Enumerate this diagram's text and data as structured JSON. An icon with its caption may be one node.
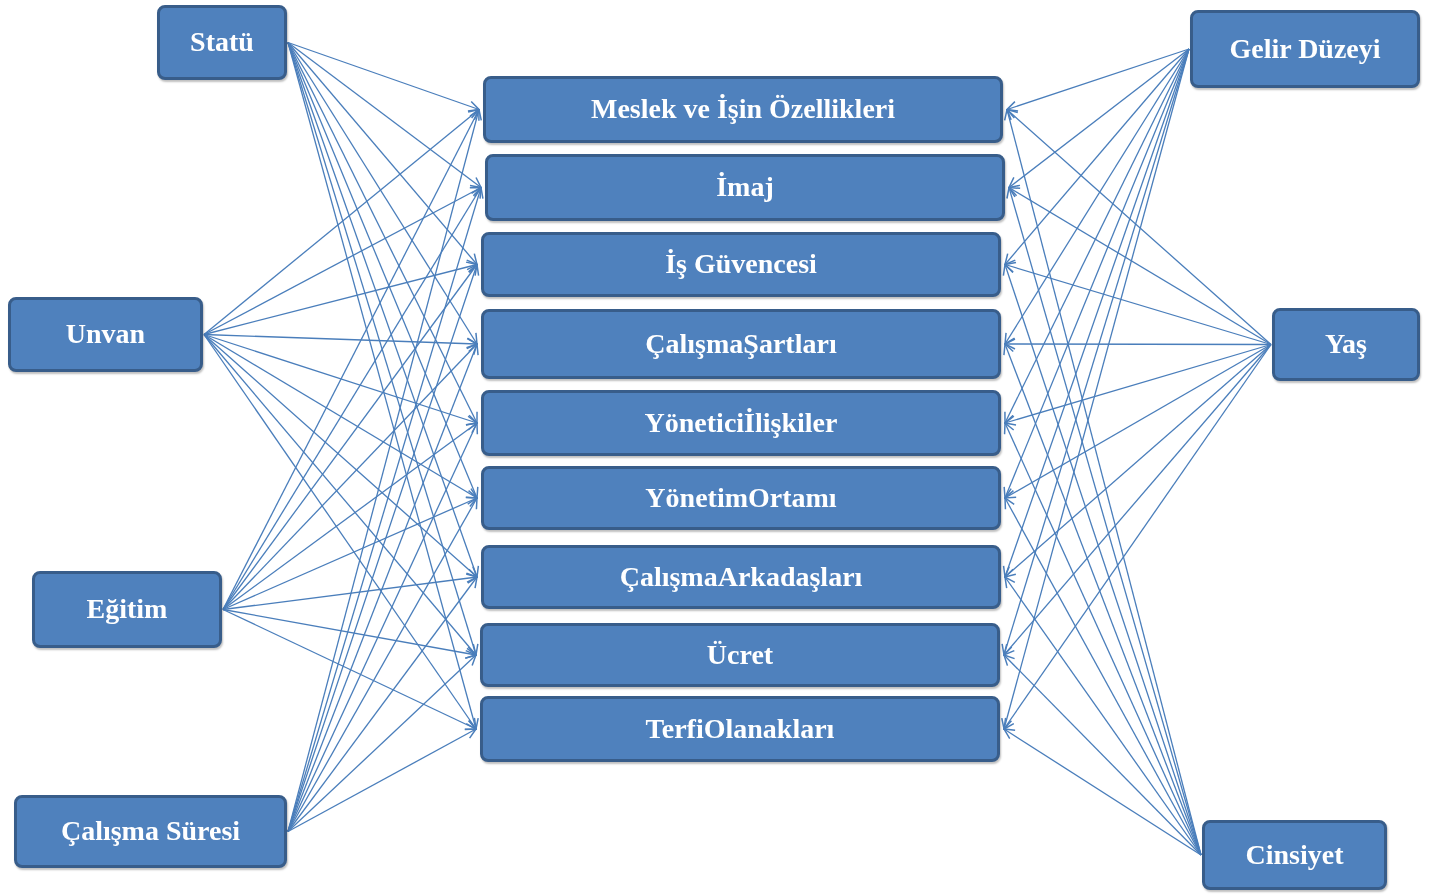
{
  "diagram": {
    "nodes": [
      {
        "text": [
          "Statü"
        ]
      },
      {
        "text": [
          "Unvan"
        ]
      },
      {
        "text": [
          "Eğitim"
        ]
      },
      {
        "text": [
          "Çalışma Süresi"
        ]
      },
      {
        "text": [
          "Meslek ve İşin Özellikleri"
        ]
      },
      {
        "text": [
          "İmaj"
        ]
      },
      {
        "text": [
          "İş Güvencesi"
        ]
      },
      {
        "text": [
          "ÇalışmaŞartları"
        ]
      },
      {
        "text": [
          "Yöneticiİlişkiler"
        ]
      },
      {
        "text": [
          "YönetimOrtamı"
        ]
      },
      {
        "text": [
          "ÇalışmaArkadaşları"
        ]
      },
      {
        "text": [
          "Ücret"
        ]
      },
      {
        "text": [
          "TerfiOlanakları"
        ]
      },
      {
        "text": [
          "Gelir Düzeyi"
        ]
      },
      {
        "text": [
          "Yaş"
        ]
      },
      {
        "text": [
          "Cinsiyet"
        ]
      }
    ],
    "edges": [
      {
        "from": 0,
        "to": 4,
        "arrow": "to"
      },
      {
        "from": 0,
        "to": 5,
        "arrow": "to"
      },
      {
        "from": 0,
        "to": 6,
        "arrow": "to"
      },
      {
        "from": 0,
        "to": 7,
        "arrow": "to"
      },
      {
        "from": 0,
        "to": 8,
        "arrow": "to"
      },
      {
        "from": 0,
        "to": 9,
        "arrow": "to"
      },
      {
        "from": 0,
        "to": 10,
        "arrow": "to"
      },
      {
        "from": 0,
        "to": 11,
        "arrow": "to"
      },
      {
        "from": 0,
        "to": 12,
        "arrow": "to"
      },
      {
        "from": 1,
        "to": 4,
        "arrow": "to"
      },
      {
        "from": 1,
        "to": 5,
        "arrow": "to"
      },
      {
        "from": 1,
        "to": 6,
        "arrow": "to"
      },
      {
        "from": 1,
        "to": 7,
        "arrow": "to"
      },
      {
        "from": 1,
        "to": 8,
        "arrow": "to"
      },
      {
        "from": 1,
        "to": 9,
        "arrow": "to"
      },
      {
        "from": 1,
        "to": 10,
        "arrow": "to"
      },
      {
        "from": 1,
        "to": 11,
        "arrow": "to"
      },
      {
        "from": 1,
        "to": 12,
        "arrow": "to"
      },
      {
        "from": 2,
        "to": 4,
        "arrow": "to"
      },
      {
        "from": 2,
        "to": 5,
        "arrow": "to"
      },
      {
        "from": 2,
        "to": 6,
        "arrow": "to"
      },
      {
        "from": 2,
        "to": 7,
        "arrow": "to"
      },
      {
        "from": 2,
        "to": 8,
        "arrow": "to"
      },
      {
        "from": 2,
        "to": 9,
        "arrow": "to"
      },
      {
        "from": 2,
        "to": 10,
        "arrow": "to"
      },
      {
        "from": 2,
        "to": 11,
        "arrow": "to"
      },
      {
        "from": 2,
        "to": 12,
        "arrow": "to"
      },
      {
        "from": 3,
        "to": 4,
        "arrow": "to"
      },
      {
        "from": 3,
        "to": 5,
        "arrow": "to"
      },
      {
        "from": 3,
        "to": 6,
        "arrow": "to"
      },
      {
        "from": 3,
        "to": 7,
        "arrow": "to"
      },
      {
        "from": 3,
        "to": 8,
        "arrow": "to"
      },
      {
        "from": 3,
        "to": 9,
        "arrow": "to"
      },
      {
        "from": 3,
        "to": 10,
        "arrow": "to"
      },
      {
        "from": 3,
        "to": 11,
        "arrow": "to"
      },
      {
        "from": 3,
        "to": 12,
        "arrow": "to"
      },
      {
        "from": 13,
        "to": 4,
        "arrow": "to"
      },
      {
        "from": 13,
        "to": 5,
        "arrow": "to"
      },
      {
        "from": 13,
        "to": 6,
        "arrow": "to"
      },
      {
        "from": 13,
        "to": 7,
        "arrow": "to"
      },
      {
        "from": 13,
        "to": 8,
        "arrow": "to"
      },
      {
        "from": 13,
        "to": 9,
        "arrow": "to"
      },
      {
        "from": 13,
        "to": 10,
        "arrow": "to"
      },
      {
        "from": 13,
        "to": 11,
        "arrow": "to"
      },
      {
        "from": 13,
        "to": 12,
        "arrow": "to"
      },
      {
        "from": 14,
        "to": 4,
        "arrow": "to"
      },
      {
        "from": 14,
        "to": 5,
        "arrow": "to"
      },
      {
        "from": 14,
        "to": 6,
        "arrow": "to"
      },
      {
        "from": 14,
        "to": 7,
        "arrow": "to"
      },
      {
        "from": 14,
        "to": 8,
        "arrow": "to"
      },
      {
        "from": 14,
        "to": 9,
        "arrow": "to"
      },
      {
        "from": 14,
        "to": 10,
        "arrow": "to"
      },
      {
        "from": 14,
        "to": 11,
        "arrow": "to"
      },
      {
        "from": 14,
        "to": 12,
        "arrow": "to"
      },
      {
        "from": 15,
        "to": 4,
        "arrow": "to"
      },
      {
        "from": 15,
        "to": 5,
        "arrow": "to"
      },
      {
        "from": 15,
        "to": 6,
        "arrow": "to"
      },
      {
        "from": 15,
        "to": 7,
        "arrow": "to"
      },
      {
        "from": 15,
        "to": 8,
        "arrow": "to"
      },
      {
        "from": 15,
        "to": 9,
        "arrow": "to"
      },
      {
        "from": 15,
        "to": 10,
        "arrow": "to"
      },
      {
        "from": 15,
        "to": 11,
        "arrow": "to"
      },
      {
        "from": 15,
        "to": 12,
        "arrow": "to"
      }
    ]
  }
}
